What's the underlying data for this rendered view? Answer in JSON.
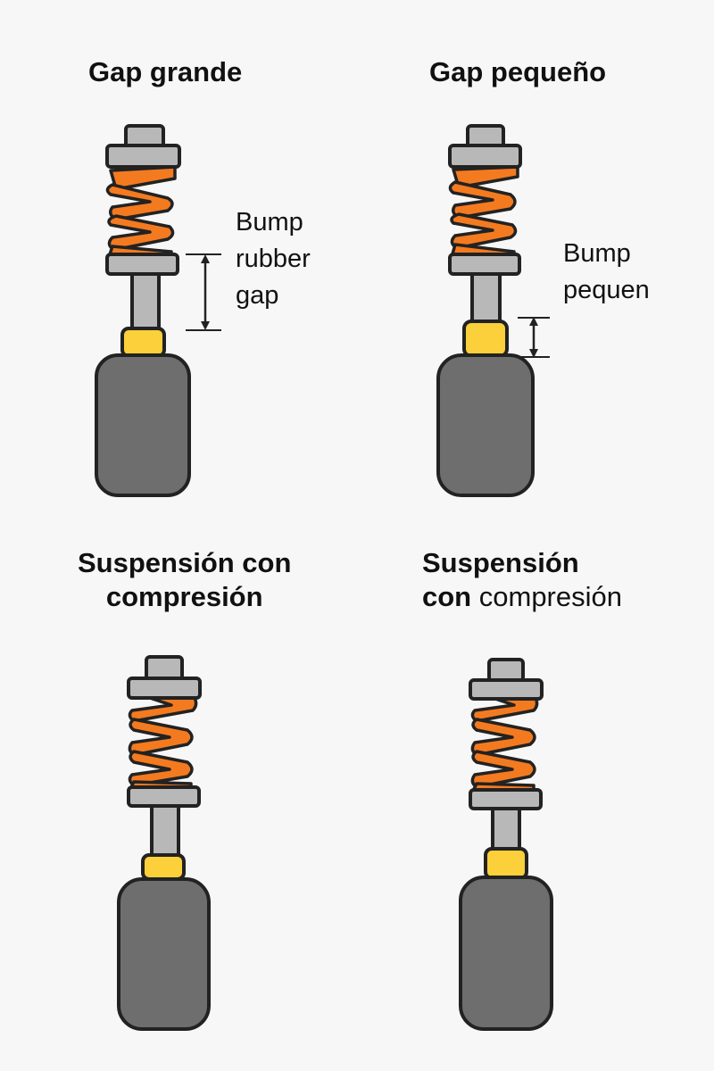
{
  "panels": [
    {
      "title": "Gap grande",
      "state": "uncompressed",
      "gap_label": [
        "Bump",
        "rubber",
        "gap"
      ],
      "gap_size": "large"
    },
    {
      "title": "Gap pequeño",
      "state": "uncompressed",
      "gap_label": [
        "Bump",
        "pequen"
      ],
      "gap_size": "small"
    },
    {
      "title_lines": [
        "Suspensión con",
        "compresión"
      ],
      "state": "compressed"
    },
    {
      "title_bold": [
        "Suspensión",
        "con"
      ],
      "title_light": "compresión",
      "state": "compressed"
    }
  ],
  "colors": {
    "background": "#f7f7f7",
    "outline": "#222222",
    "metal": "#b8b8b8",
    "spring": "#f47a20",
    "bump_rubber": "#fcd03a",
    "body": "#6e6e6e",
    "text": "#111111"
  }
}
